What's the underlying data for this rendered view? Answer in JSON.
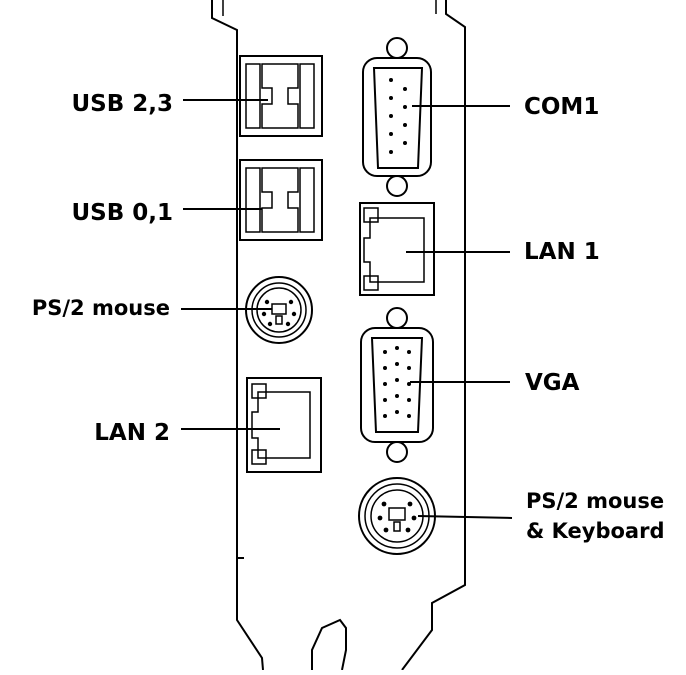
{
  "labels": {
    "usb23": "USB 2,3",
    "usb01": "USB 0,1",
    "ps2_mouse": "PS/2 mouse",
    "lan2": "LAN 2",
    "com1": "COM1",
    "lan1": "LAN 1",
    "vga": "VGA",
    "ps2_combo_line1": "PS/2 mouse",
    "ps2_combo_line2": "& Keyboard"
  }
}
